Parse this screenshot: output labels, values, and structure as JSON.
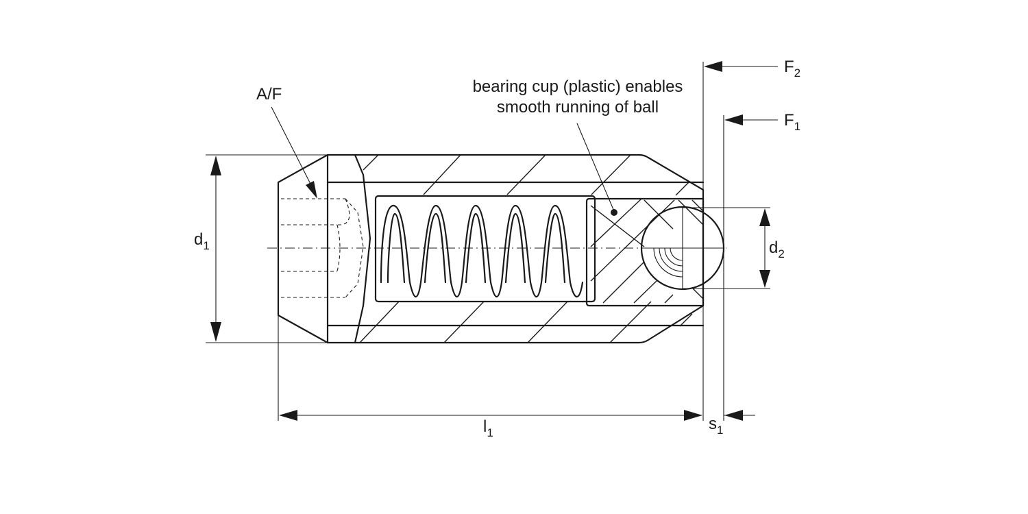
{
  "callouts": {
    "bearing_cup_line1": "bearing cup (plastic) enables",
    "bearing_cup_line2": "smooth running of ball",
    "across_flats": "A/F"
  },
  "dimensions": {
    "d1": {
      "main": "d",
      "sub": "1"
    },
    "d2": {
      "main": "d",
      "sub": "2"
    },
    "l1": {
      "main": "l",
      "sub": "1"
    },
    "s1": {
      "main": "s",
      "sub": "1"
    },
    "F1": {
      "main": "F",
      "sub": "1"
    },
    "F2": {
      "main": "F",
      "sub": "2"
    }
  },
  "colors": {
    "line": "#1a1a1a",
    "background": "#ffffff"
  }
}
